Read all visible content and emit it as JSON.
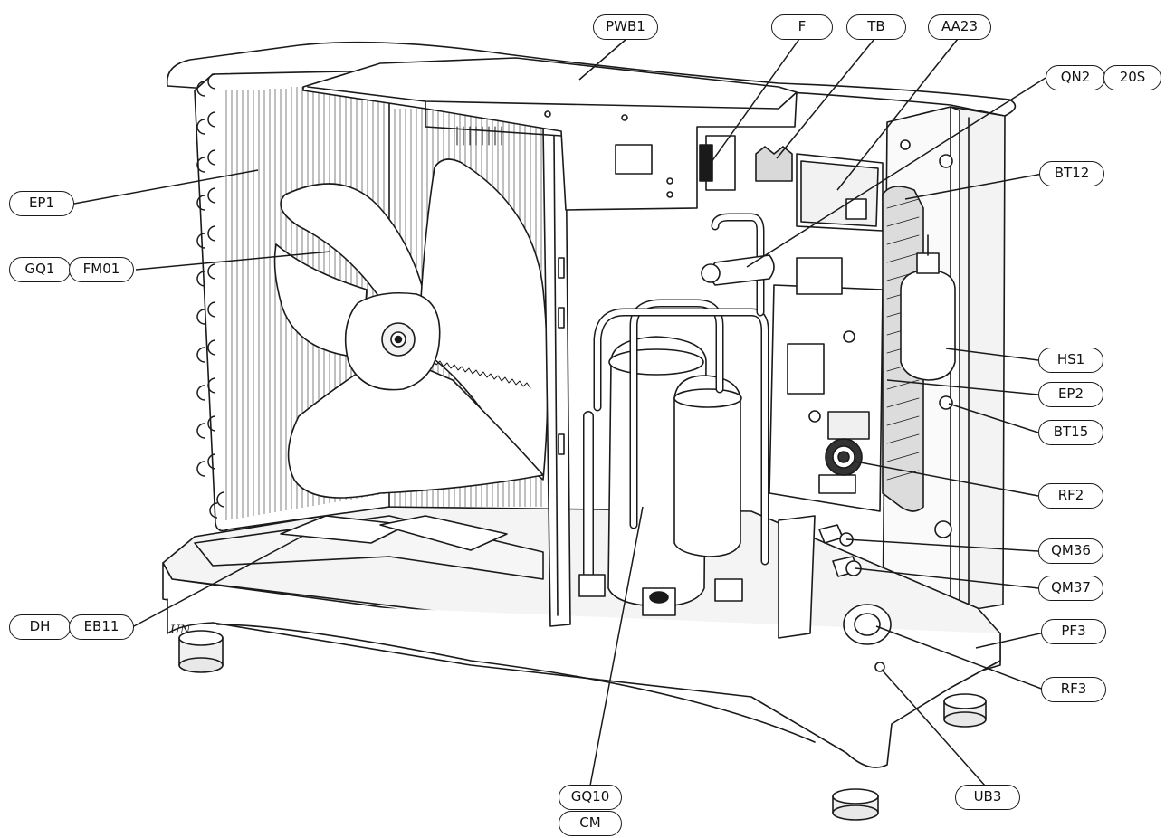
{
  "diagram": {
    "labels": {
      "pwb1": "PWB1",
      "f": "F",
      "tb": "TB",
      "aa23": "AA23",
      "qn2": "QN2",
      "s20": "20S",
      "bt12": "BT12",
      "ep1": "EP1",
      "gq1": "GQ1",
      "fm01": "FM01",
      "hs1": "HS1",
      "ep2": "EP2",
      "bt15": "BT15",
      "rf2": "RF2",
      "qm36": "QM36",
      "qm37": "QM37",
      "dh": "DH",
      "eb11": "EB11",
      "pf3": "PF3",
      "rf3": "RF3",
      "gq10": "GQ10",
      "cm": "CM",
      "ub3": "UB3"
    },
    "base_stamp": "UN",
    "colors": {
      "line": "#1a1a1a",
      "fill": "#ffffff",
      "shade": "#e6e6e6"
    }
  }
}
